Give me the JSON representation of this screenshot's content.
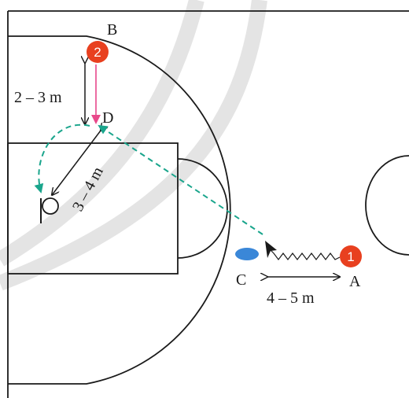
{
  "points": {
    "A": "A",
    "B": "B",
    "C": "C",
    "D": "D"
  },
  "players": {
    "one": "1",
    "two": "2"
  },
  "measurements": {
    "bd": "2 – 3 m",
    "d_basket": "3 – 4 m",
    "ca": "4 – 5 m"
  },
  "colors": {
    "court_line": "#1a1a1a",
    "pass_line": "#1aa58c",
    "cut_arrow": "#e8488a",
    "player": "#e8401f",
    "cone": "#3a87d8",
    "watermark": "#d8d8d8"
  },
  "icons": {
    "player_marker": "circle-number-icon",
    "cone": "cone-icon",
    "basket": "basket-icon"
  }
}
